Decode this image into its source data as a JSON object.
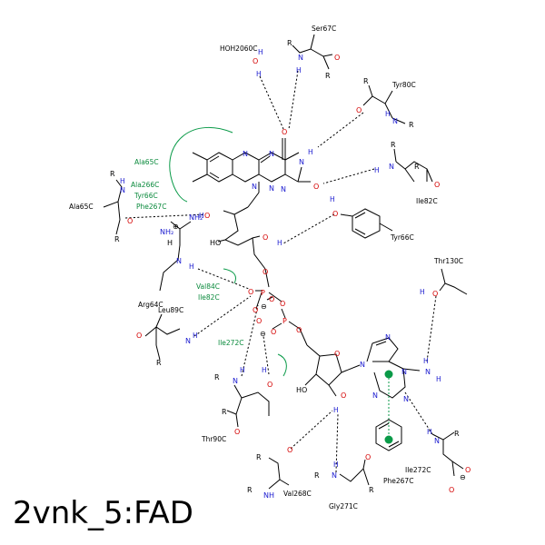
{
  "title": "2vnk_5:FAD",
  "residues": {
    "ser67": "Ser67C",
    "hoh": "HOH2060C",
    "tyr80": "Tyr80C",
    "ile82a": "Ile82C",
    "ala65_left": "Ala65C",
    "tyr66": "Tyr66C",
    "arg64": "Arg64C",
    "leu89": "Leu89C",
    "thr130": "Thr130C",
    "thr90": "Thr90C",
    "val268": "Val268C",
    "gly271": "Gly271C",
    "phe267b": "Phe267C",
    "ile272b": "Ile272C"
  },
  "hydrophobic": {
    "ala65": "Ala65C",
    "ala266": "Ala266C",
    "tyr66": "Tyr66C",
    "phe267": "Phe267C",
    "val84": "Val84C",
    "ile82": "Ile82C",
    "ile272": "Ile272C"
  },
  "atoms": {
    "O": "O",
    "N": "N",
    "H": "H",
    "P": "P",
    "R": "R",
    "HO": "HO",
    "NH": "NH",
    "NH2": "NH₂",
    "plus": "⊕",
    "minus": "⊖"
  },
  "colors": {
    "oxygen": "#d40000",
    "nitrogen": "#1a1ad0",
    "hydrophobic": "#0a8a3c",
    "pi_stack": "#0a9a48"
  }
}
